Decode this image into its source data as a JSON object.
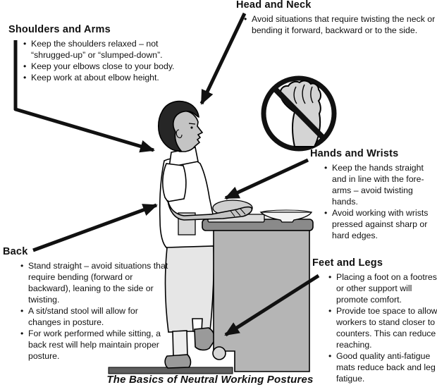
{
  "caption": "The Basics of Neutral Working Postures",
  "sections": {
    "head_neck": {
      "title": "Head and Neck",
      "bullets": [
        "Avoid situations that require twisting the neck or bending it forward, backward or to the side."
      ]
    },
    "shoulders_arms": {
      "title": "Shoulders and Arms",
      "bullets": [
        "Keep the shoulders relaxed – not “shrugged-up” or “slumped-down”.",
        "Keep your elbows close to your body.",
        "Keep work at about elbow height."
      ]
    },
    "hands_wrists": {
      "title": "Hands and Wrists",
      "bullets": [
        "Keep the hands straight and in line with the fore-arms – avoid twisting hands.",
        "Avoid working with wrists pressed against sharp or hard edges."
      ]
    },
    "back": {
      "title": "Back",
      "bullets": [
        "Stand straight – avoid situations that require bending (forward or backward), leaning to the side or twisting.",
        "A sit/stand stool will allow for changes in posture.",
        "For work performed while sitting, a back rest will help maintain proper posture."
      ]
    },
    "feet_legs": {
      "title": "Feet and Legs",
      "bullets": [
        "Placing a foot on a footrest or other support will promote comfort.",
        "Provide toe space to allow workers to stand closer to counters. This can reduce reaching.",
        "Good quality anti-fatigue mats reduce back and leg fatigue."
      ]
    }
  },
  "colors": {
    "arrow": "#111111",
    "prohibition": "#111111",
    "hair": "#262626",
    "skin": "#c4c4c4",
    "garment": "#ffffff",
    "skirt": "#e6e6e6",
    "shoe": "#9a9a9a",
    "counter_top": "#8a8a8a",
    "counter_body": "#b5b5b5",
    "floor_mat": "#5f5f5f",
    "plate": "#cfcfcf",
    "hand_icon": "#d4d4d4"
  }
}
